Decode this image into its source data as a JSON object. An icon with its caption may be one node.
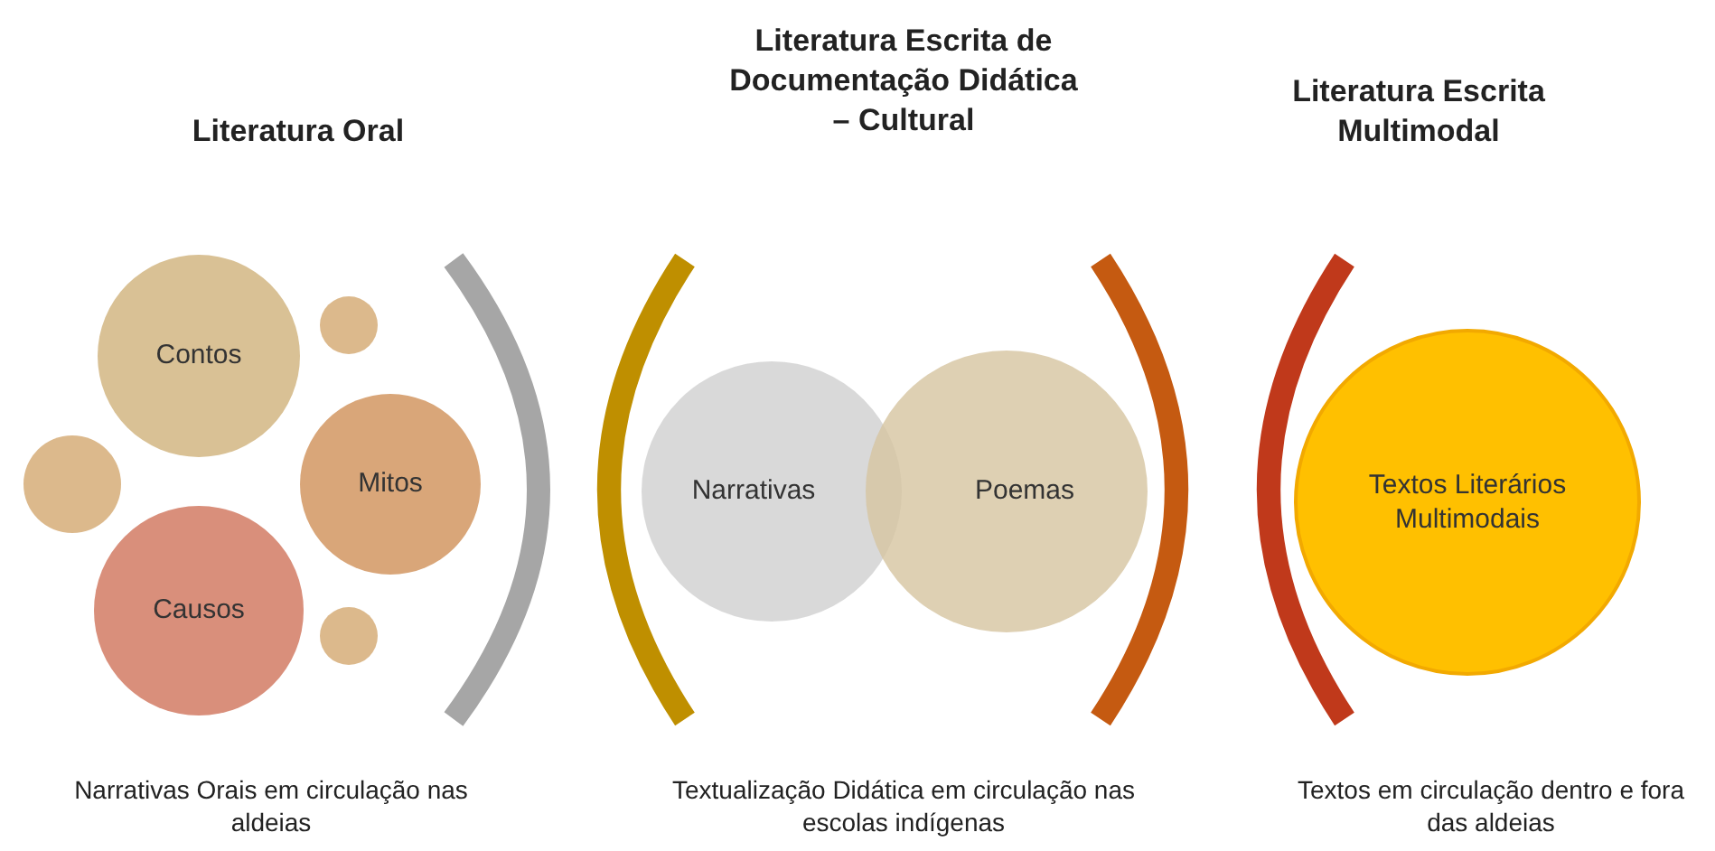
{
  "diagram": {
    "nodes": [
      {
        "text": [
          "Contos"
        ]
      },
      {
        "text": [],
        "shape": "circle"
      },
      {
        "text": [],
        "shape": "circle"
      },
      {
        "text": [
          "Mitos"
        ]
      },
      {
        "text": [
          "Causos"
        ]
      },
      {
        "text": [],
        "shape": "circle"
      },
      {
        "text": [
          "Narrativas"
        ]
      },
      {
        "text": [
          "Poemas"
        ]
      },
      {
        "text": [
          "Textos Literários Multimodais"
        ]
      }
    ],
    "labels": [
      "Literatura Oral",
      "Literatura Escrita de Documentação Didática – Cultural",
      "Literatura Escrita Multimodal",
      "Narrativas Orais em circulação nas aldeias",
      "Textualização Didática em circulação nas escolas indígenas",
      "Textos em circulação dentro e fora das aldeias"
    ]
  }
}
